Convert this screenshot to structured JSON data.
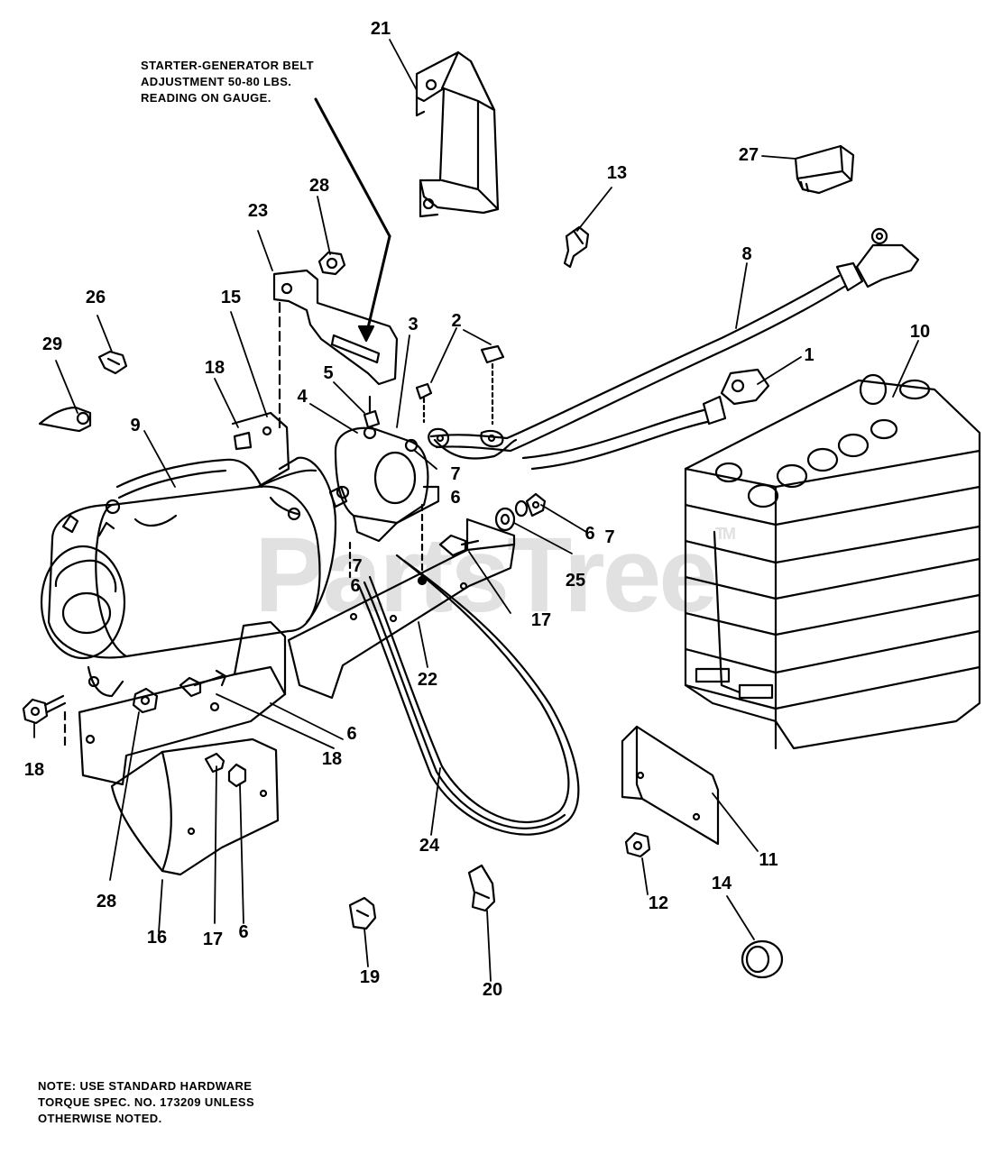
{
  "colors": {
    "ink": "#000000",
    "paper": "#ffffff",
    "watermark": "#c9c9c9"
  },
  "notes": {
    "belt": [
      "STARTER-GENERATOR BELT",
      "ADJUSTMENT 50-80 LBS.",
      "READING ON GAUGE."
    ],
    "hardware": [
      "NOTE: USE STANDARD HARDWARE",
      "TORQUE SPEC. NO. 173209   UNLESS",
      "OTHERWISE NOTED."
    ]
  },
  "watermark": {
    "text": "PartsTree",
    "mark": "TM"
  },
  "callouts": {
    "c1": "1",
    "c2": "2",
    "c3": "3",
    "c4": "4",
    "c5": "5",
    "c6a": "6",
    "c6b": "6",
    "c6c": "6",
    "c6d": "6",
    "c6e": "6",
    "c7a": "7",
    "c7b": "7",
    "c7c": "7",
    "c8": "8",
    "c9": "9",
    "c10": "10",
    "c11": "11",
    "c12": "12",
    "c13": "13",
    "c14": "14",
    "c15": "15",
    "c16": "16",
    "c17a": "17",
    "c17b": "17",
    "c18a": "18",
    "c18b": "18",
    "c18c": "18",
    "c19": "19",
    "c20": "20",
    "c21": "21",
    "c22": "22",
    "c23": "23",
    "c24": "24",
    "c25": "25",
    "c26": "26",
    "c27": "27",
    "c28a": "28",
    "c28b": "28",
    "c29": "29"
  }
}
